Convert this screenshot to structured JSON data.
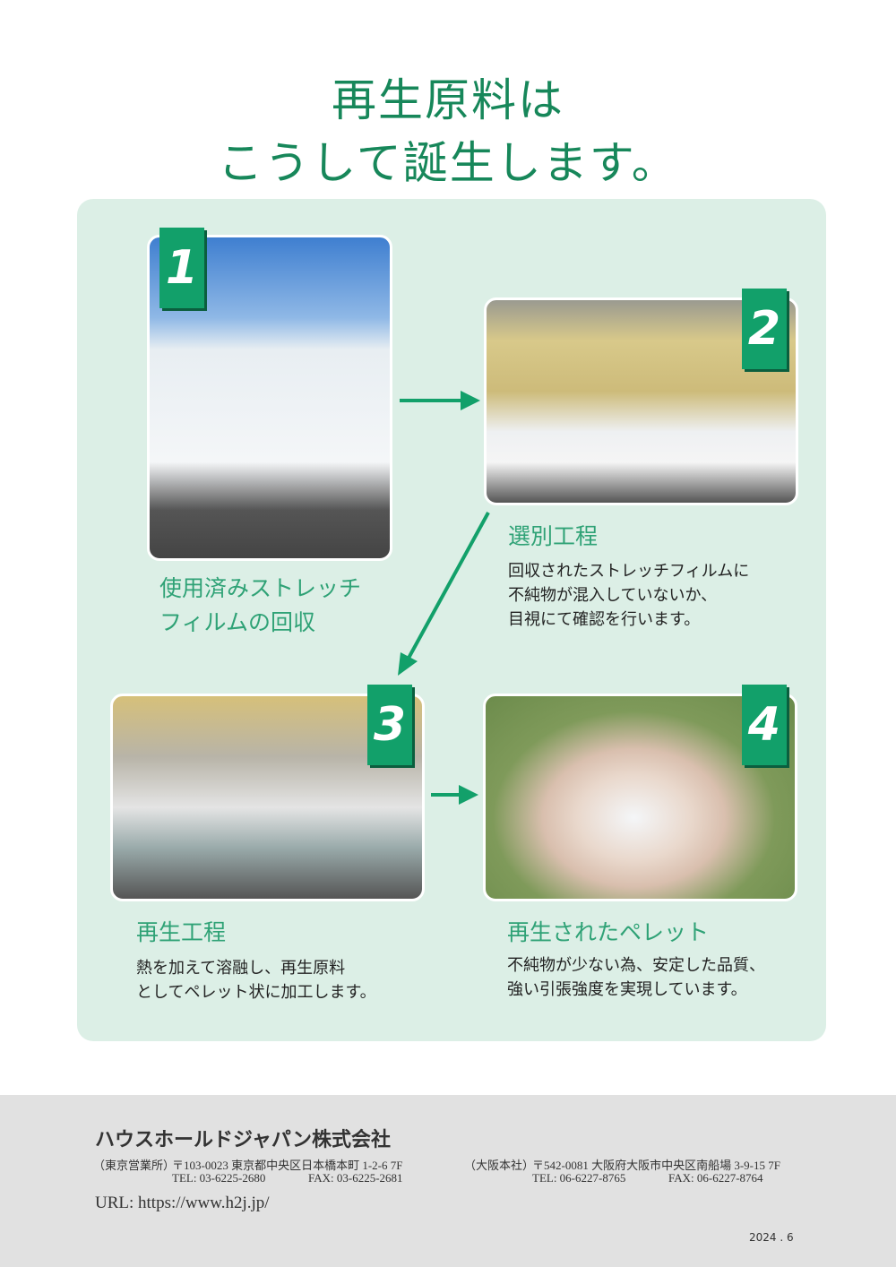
{
  "title": {
    "line1": "再生原料は",
    "line2": "こうして誕生します。"
  },
  "steps": [
    {
      "number": "1",
      "heading_lines": [
        "使用済みストレッチ",
        "フィルムの回収"
      ]
    },
    {
      "number": "2",
      "heading": "選別工程",
      "desc_lines": [
        "回収されたストレッチフィルムに",
        "不純物が混入していないか、",
        "目視にて確認を行います。"
      ]
    },
    {
      "number": "3",
      "heading": "再生工程",
      "desc_lines": [
        "熱を加えて溶融し、再生原料",
        "としてペレット状に加工します。"
      ]
    },
    {
      "number": "4",
      "heading": "再生されたペレット",
      "desc_lines": [
        "不純物が少ない為、安定した品質、",
        "強い引張強度を実現しています。"
      ]
    }
  ],
  "footer": {
    "company": "ハウスホールドジャパン株式会社",
    "tokyo_label": "（東京営業所）",
    "tokyo_address": "〒103-0023 東京都中央区日本橋本町 1-2-6 7F",
    "tokyo_tel": "TEL: 03-6225-2680",
    "tokyo_fax": "FAX: 03-6225-2681",
    "osaka_label": "（大阪本社）",
    "osaka_address": "〒542-0081 大阪府大阪市中央区南船場 3-9-15 7F",
    "osaka_tel": "TEL: 06-6227-8765",
    "osaka_fax": "FAX: 06-6227-8764",
    "url": "URL: https://www.h2j.jp/",
    "date": "2024 . 6"
  },
  "colors": {
    "green": "#17875a",
    "panel": "#dcefe6",
    "badge": "#12a06a"
  }
}
